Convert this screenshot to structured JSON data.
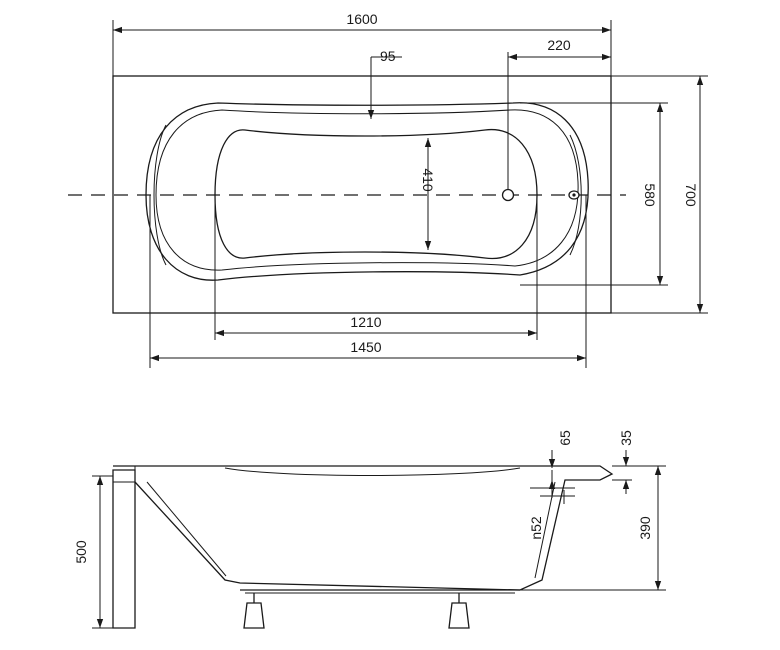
{
  "top_view": {
    "dims": {
      "overall_length": "1600",
      "overall_width": "700",
      "inner_width": "580",
      "inner_length": "1450",
      "bottom_length": "1210",
      "bottom_width": "410",
      "drain_offset": "220",
      "rim_inset": "95"
    }
  },
  "side_view": {
    "dims": {
      "height_total": "390",
      "panel_height": "500",
      "overflow_a": "65",
      "overflow_b": "35",
      "overflow_hole": "n52"
    }
  }
}
